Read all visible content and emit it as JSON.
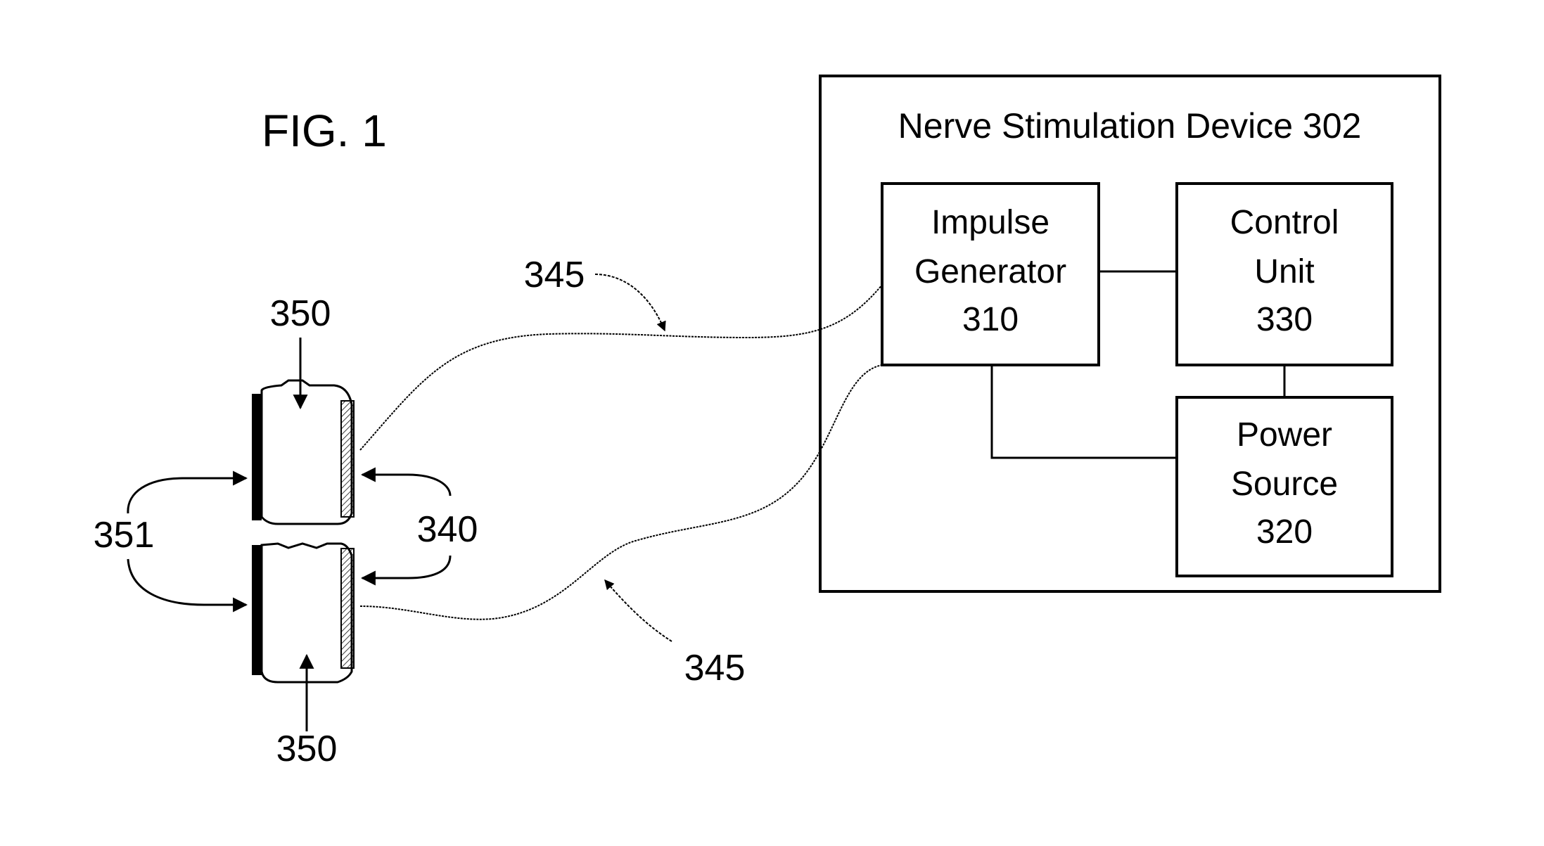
{
  "figure": {
    "label": "FIG. 1"
  },
  "device": {
    "title": "Nerve Stimulation Device 302",
    "blocks": [
      {
        "id": "impulse-generator",
        "lines": [
          "Impulse",
          "Generator",
          "310"
        ]
      },
      {
        "id": "control-unit",
        "lines": [
          "Control",
          "Unit",
          "330"
        ]
      },
      {
        "id": "power-source",
        "lines": [
          "Power",
          "Source",
          "320"
        ]
      }
    ],
    "connections": [
      [
        "impulse-generator",
        "control-unit"
      ],
      [
        "control-unit",
        "power-source"
      ],
      [
        "impulse-generator",
        "power-source"
      ]
    ]
  },
  "reference_labels": {
    "lead_top": "345",
    "lead_bottom": "345",
    "electrode_top": "350",
    "electrode_bottom": "350",
    "backing": "351",
    "contact": "340"
  },
  "colors": {
    "line": "#000000",
    "background": "#ffffff"
  }
}
